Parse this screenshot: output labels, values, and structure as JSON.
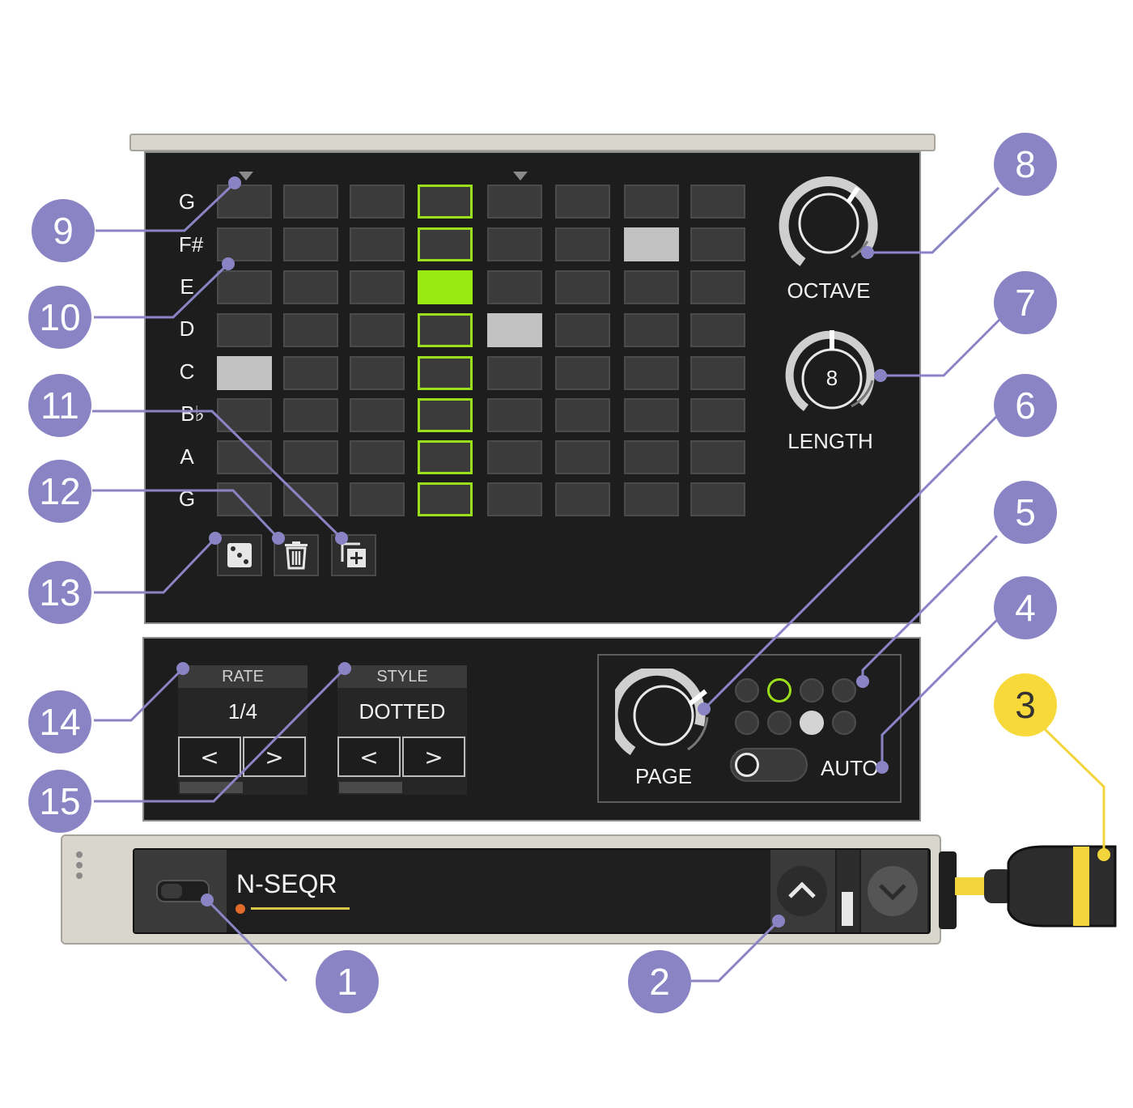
{
  "grid": {
    "notes": [
      "G",
      "F#",
      "E",
      "D",
      "C",
      "B♭",
      "A",
      "G"
    ],
    "columns": 8,
    "current_step": 4,
    "active_cells": [
      {
        "row": 1,
        "col": 7
      },
      {
        "row": 2,
        "col": 4
      },
      {
        "row": 3,
        "col": 5
      },
      {
        "row": 4,
        "col": 1
      }
    ],
    "step_markers": [
      1,
      5
    ]
  },
  "knobs": {
    "octave": {
      "label": "OCTAVE",
      "value_fraction": 0.62
    },
    "length": {
      "label": "LENGTH",
      "value": "8",
      "value_fraction": 1.0
    },
    "page": {
      "label": "PAGE",
      "value_fraction": 0.78
    }
  },
  "tools": {
    "randomize": "dice-icon",
    "clear": "trash-icon",
    "duplicate": "copy-add-icon"
  },
  "rate": {
    "label": "RATE",
    "value": "1/4",
    "prev": "<",
    "next": ">"
  },
  "style": {
    "label": "STYLE",
    "value": "DOTTED",
    "prev": "<",
    "next": ">"
  },
  "page_leds": {
    "count": 8,
    "current": 1,
    "active": 6
  },
  "auto": {
    "label": "AUTO",
    "on": false
  },
  "device": {
    "name": "N-SEQR",
    "enabled": false
  },
  "callouts": [
    "1",
    "2",
    "3",
    "4",
    "5",
    "6",
    "7",
    "8",
    "9",
    "10",
    "11",
    "12",
    "13",
    "14",
    "15"
  ],
  "colors": {
    "accent_green": "#9ae913",
    "callout_purple": "#8b84c4",
    "callout_yellow": "#f7d93a",
    "panel_bg": "#1d1d1d",
    "cable_yellow": "#f2d53c"
  }
}
